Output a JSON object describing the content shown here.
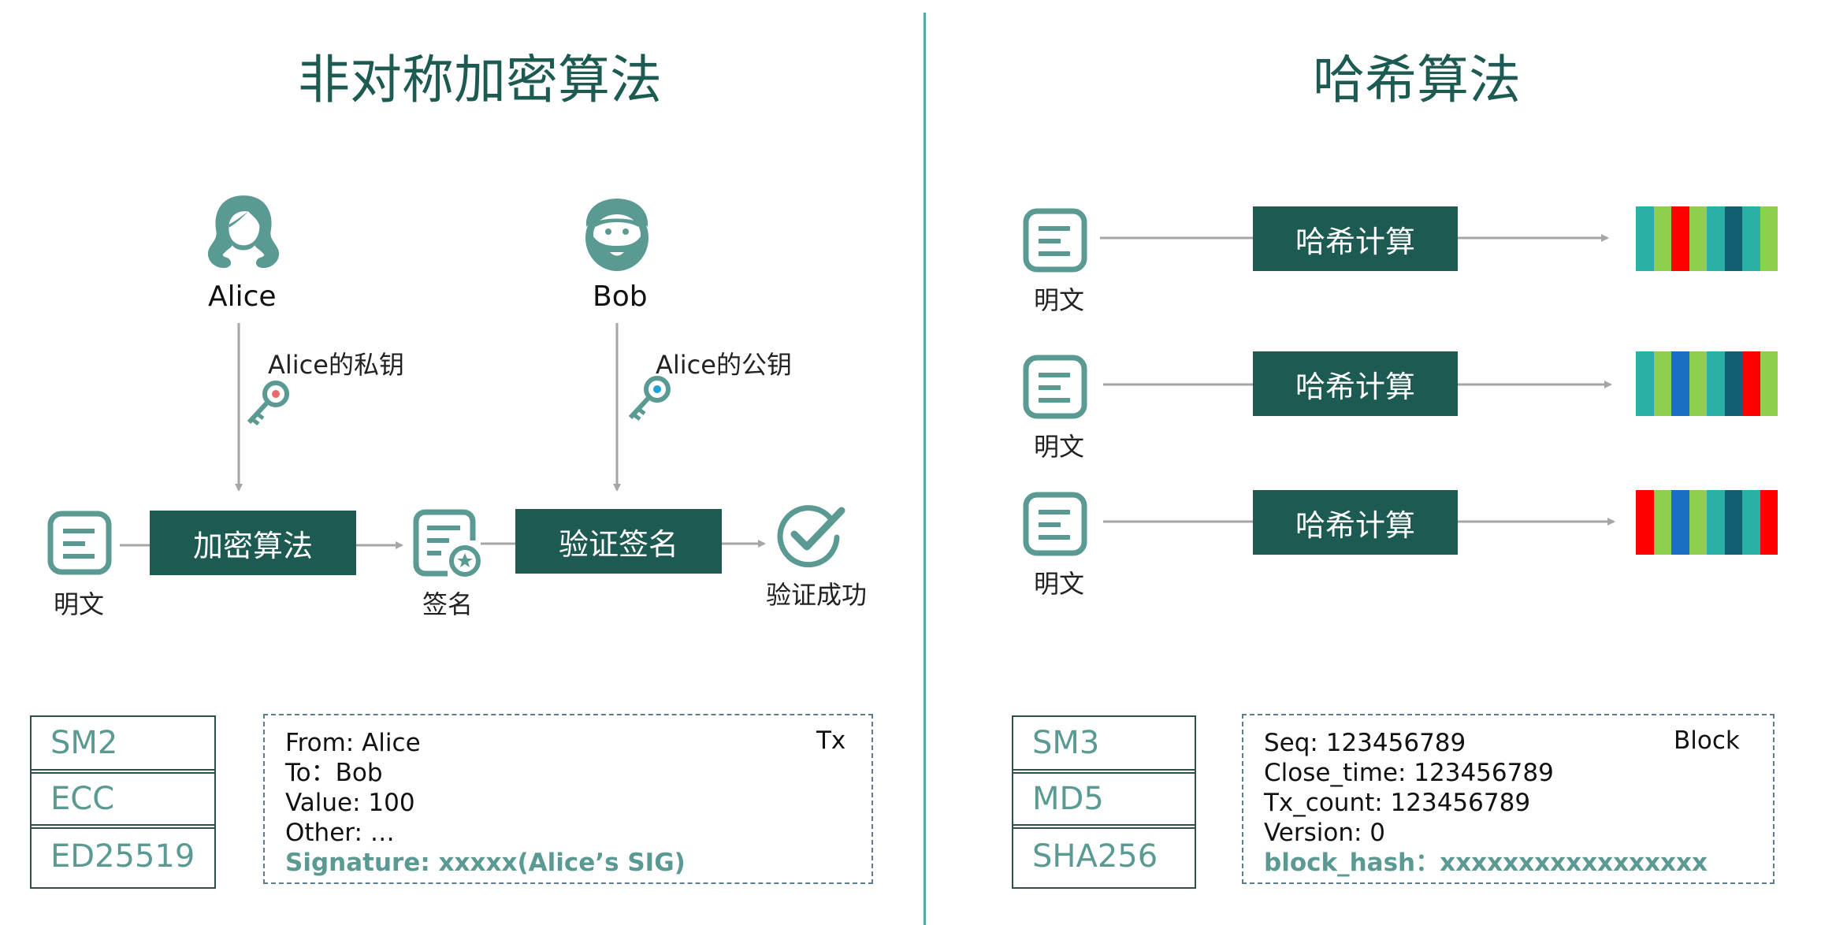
{
  "left": {
    "title": "非对称加密算法",
    "alice": "Alice",
    "bob": "Bob",
    "private_key": "Alice的私钥",
    "public_key": "Alice的公钥",
    "plaintext": "明文",
    "encrypt_box": "加密算法",
    "signature": "签名",
    "verify_box": "验证签名",
    "verify_ok": "验证成功",
    "algorithms": [
      "SM2",
      "ECC",
      "ED25519"
    ],
    "tx": {
      "tag": "Tx",
      "lines": [
        "From: Alice",
        "To：Bob",
        "Value: 100",
        "Other: …"
      ],
      "signature_line": "Signature: xxxxx(Alice’s SIG)"
    }
  },
  "right": {
    "title": "哈希算法",
    "rows": [
      {
        "plaintext": "明文",
        "box": "哈希计算",
        "colors": [
          "#2ab0a4",
          "#8fcf4f",
          "#ff0000",
          "#8fcf4f",
          "#2ab0a4",
          "#125f72",
          "#2ab0a4",
          "#8fcf4f"
        ]
      },
      {
        "plaintext": "明文",
        "box": "哈希计算",
        "colors": [
          "#2ab0a4",
          "#8fcf4f",
          "#1a6fc4",
          "#8fcf4f",
          "#2ab0a4",
          "#125f72",
          "#ff0000",
          "#8fcf4f"
        ]
      },
      {
        "plaintext": "明文",
        "box": "哈希计算",
        "colors": [
          "#ff0000",
          "#8fcf4f",
          "#1a6fc4",
          "#8fcf4f",
          "#2ab0a4",
          "#125f72",
          "#2ab0a4",
          "#ff0000"
        ]
      }
    ],
    "algorithms": [
      "SM3",
      "MD5",
      "SHA256"
    ],
    "block": {
      "tag": "Block",
      "lines": [
        "Seq: 123456789",
        "Close_time: 123456789",
        "Tx_count: 123456789",
        "Version: 0"
      ],
      "hash_line": "block_hash：xxxxxxxxxxxxxxxxx"
    }
  },
  "colors": {
    "accent": "#1c5a52",
    "icon": "#5a9a92",
    "arrow": "#a6a6a6",
    "divider": "#5aa89c"
  }
}
